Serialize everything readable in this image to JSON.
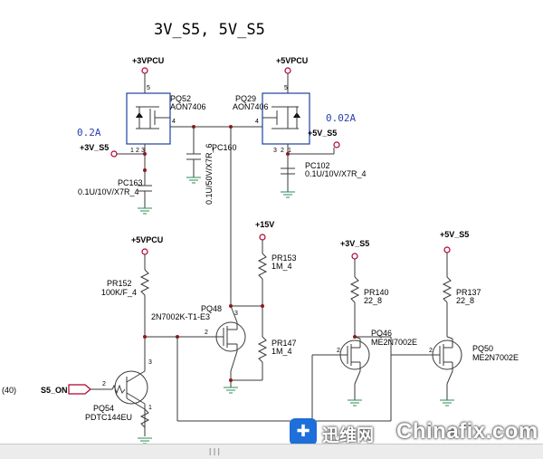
{
  "title": "3V_S5, 5V_S5",
  "rails": {
    "p3vpcu_top": "+3VPCU",
    "p5vpcu_top": "+5VPCU",
    "p3v_s5_left": "+3V_S5",
    "p5v_s5_right": "+5V_S5",
    "p5vpcu_mid": "+5VPCU",
    "p15v": "+15V",
    "p3v_s5_mid": "+3V_S5",
    "p5v_s5_far": "+5V_S5"
  },
  "currents": {
    "left": "0.2A",
    "right": "0.02A"
  },
  "components": {
    "pq52": {
      "ref": "PQ52",
      "part": "AON7406"
    },
    "pq29": {
      "ref": "PQ29",
      "part": "AON7406"
    },
    "pc160": {
      "ref": "PC160",
      "value": "0.1U/50V/X7R_6"
    },
    "pc163": {
      "ref": "PC163",
      "value": "0.1U/10V/X7R_4"
    },
    "pc102": {
      "ref": "PC102",
      "value": "0.1U/10V/X7R_4"
    },
    "pr152": {
      "ref": "PR152",
      "value": "100K/F_4"
    },
    "pq48": {
      "ref": "PQ48",
      "part": "2N7002K-T1-E3"
    },
    "pr153": {
      "ref": "PR153",
      "value": "1M_4"
    },
    "pr147": {
      "ref": "PR147",
      "value": "1M_4"
    },
    "pr140": {
      "ref": "PR140",
      "value": "22_8"
    },
    "pr137": {
      "ref": "PR137",
      "value": "22_8"
    },
    "pq46": {
      "ref": "PQ46",
      "part": "ME2N7002E"
    },
    "pq50": {
      "ref": "PQ50",
      "part": "ME2N7002E"
    },
    "pq54": {
      "ref": "PQ54",
      "part": "PDTC144EU"
    }
  },
  "signals": {
    "s5_on": "S5_ON",
    "s5_on_ref": "(40)"
  },
  "pins": {
    "p1": "1",
    "p2": "2",
    "p3": "3",
    "p4": "4",
    "p5": "5"
  },
  "watermark": {
    "chinese": "迅维网",
    "english": "Chinafix.com"
  },
  "scrollbar": {
    "thumb": "|||"
  },
  "colors": {
    "wire": "#3a3a3a",
    "rail_marker": "#b0002a",
    "ground": "#2e8b57",
    "mosfet_box": "#1f3f9f",
    "annotation": "#2a3fb0"
  }
}
